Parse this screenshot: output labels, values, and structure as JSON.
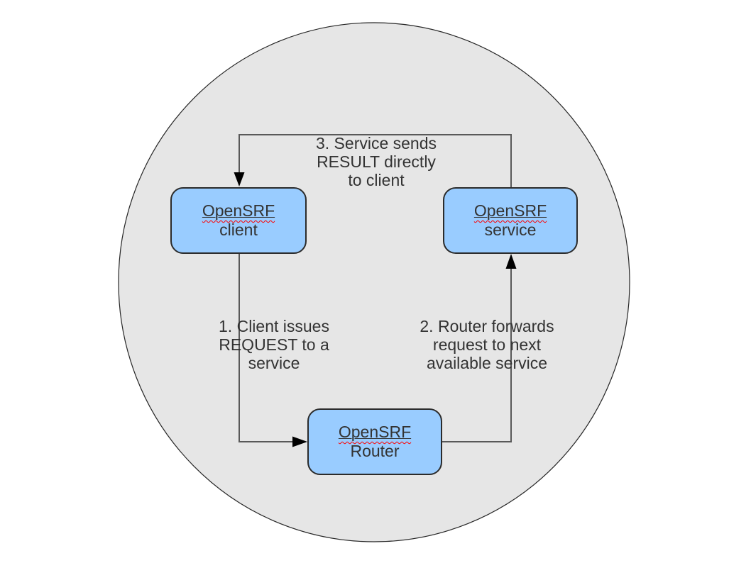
{
  "diagram": {
    "type": "flow-diagram",
    "boundary_shape": "ellipse",
    "nodes": {
      "client": {
        "line1": "OpenSRF",
        "line2": "client"
      },
      "service": {
        "line1": "OpenSRF",
        "line2": "service"
      },
      "router": {
        "line1": "OpenSRF",
        "line2": "Router"
      }
    },
    "annotations": {
      "step1": "1. Client issues\nREQUEST to a\nservice",
      "step2": "2. Router forwards\nrequest to next\navailable service",
      "step3": "3. Service sends\nRESULT directly\nto client"
    },
    "flow": [
      {
        "from": "client",
        "to": "router",
        "label_ref": "step1"
      },
      {
        "from": "router",
        "to": "service",
        "label_ref": "step2"
      },
      {
        "from": "service",
        "to": "client",
        "label_ref": "step3"
      }
    ],
    "colors": {
      "node_fill": "#99ccff",
      "node_border": "#2b2b2b",
      "boundary_fill": "#e6e6e6",
      "boundary_stroke": "#262626",
      "connector": "#595959",
      "arrowhead": "#000000",
      "text": "#333333",
      "spellcheck_underline": "#ff0000",
      "page_background": "#ffffff"
    }
  }
}
